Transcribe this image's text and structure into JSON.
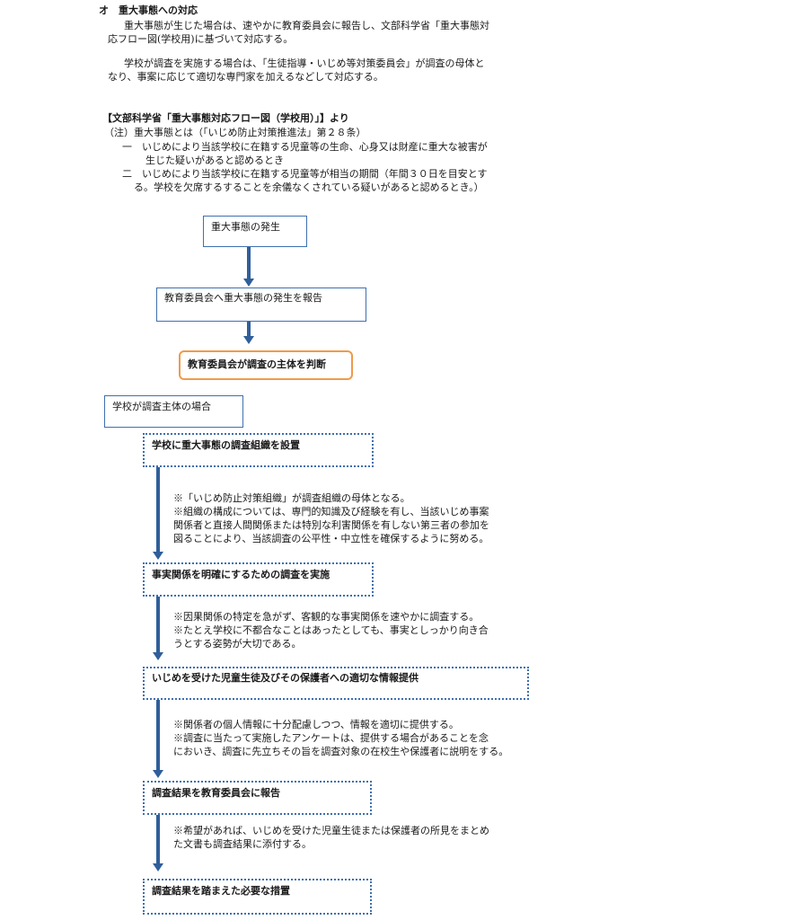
{
  "section": {
    "heading": "オ　重大事態への対応",
    "para1": [
      "重大事態が生じた場合は、速やかに教育委員会に報告し、文部科学省「重大事態対",
      "応フロー図(学校用)に基づいて対応する。"
    ],
    "para2": [
      "学校が調査を実施する場合は、「生徒指導・いじめ等対策委員会」が調査の母体と",
      "なり、事案に応じて適切な専門家を加えるなどして対応する。"
    ]
  },
  "reference": {
    "title": "【文部科学省「重大事態対応フロー図（学校用）」】より",
    "note_intro": "（注）重大事態とは（「いじめ防止対策推進法」第２８条）",
    "item1": [
      "一　いじめにより当該学校に在籍する児童等の生命、心身又は財産に重大な被害が",
      "生じた疑いがあると認めるとき"
    ],
    "item2": [
      "二　いじめにより当該学校に在籍する児童等が相当の期間（年間３０日を目安とす",
      "る。学校を欠席するすることを余儀なくされている疑いがあると認めるとき。）"
    ]
  },
  "flow": {
    "occurrence": "重大事態の発生",
    "report_board": "教育委員会へ重大事態の発生を報告",
    "board_judges": "教育委員会が調査の主体を判断",
    "school_case": "学校が調査主体の場合",
    "step1": "学校に重大事態の調査組織を設置",
    "note1": [
      "※「いじめ防止対策組織」が調査組織の母体となる。",
      "※組織の構成については、専門的知識及び経験を有し、当該いじめ事案",
      "関係者と直接人間関係または特別な利害関係を有しない第三者の参加を",
      "図ることにより、当該調査の公平性・中立性を確保するように努める。"
    ],
    "step2": "事実関係を明確にするための調査を実施",
    "note2": [
      "※因果関係の特定を急がず、客観的な事実関係を速やかに調査する。",
      "※たとえ学校に不都合なことはあったとしても、事実としっかり向き合",
      "うとする姿勢が大切である。"
    ],
    "step3": "いじめを受けた児童生徒及びその保護者への適切な情報提供",
    "note3": [
      "※関係者の個人情報に十分配慮しつつ、情報を適切に提供する。",
      "※調査に当たって実施したアンケートは、提供する場合があることを念",
      "においき、調査に先立ちその旨を調査対象の在校生や保護者に説明をする。"
    ],
    "step4": "調査結果を教育委員会に報告",
    "note4": [
      "※希望があれば、いじめを受けた児童生徒または保護者の所見をまとめ",
      "た文書も調査結果に添付する。"
    ],
    "step5": "調査結果を踏まえた必要な措置"
  }
}
